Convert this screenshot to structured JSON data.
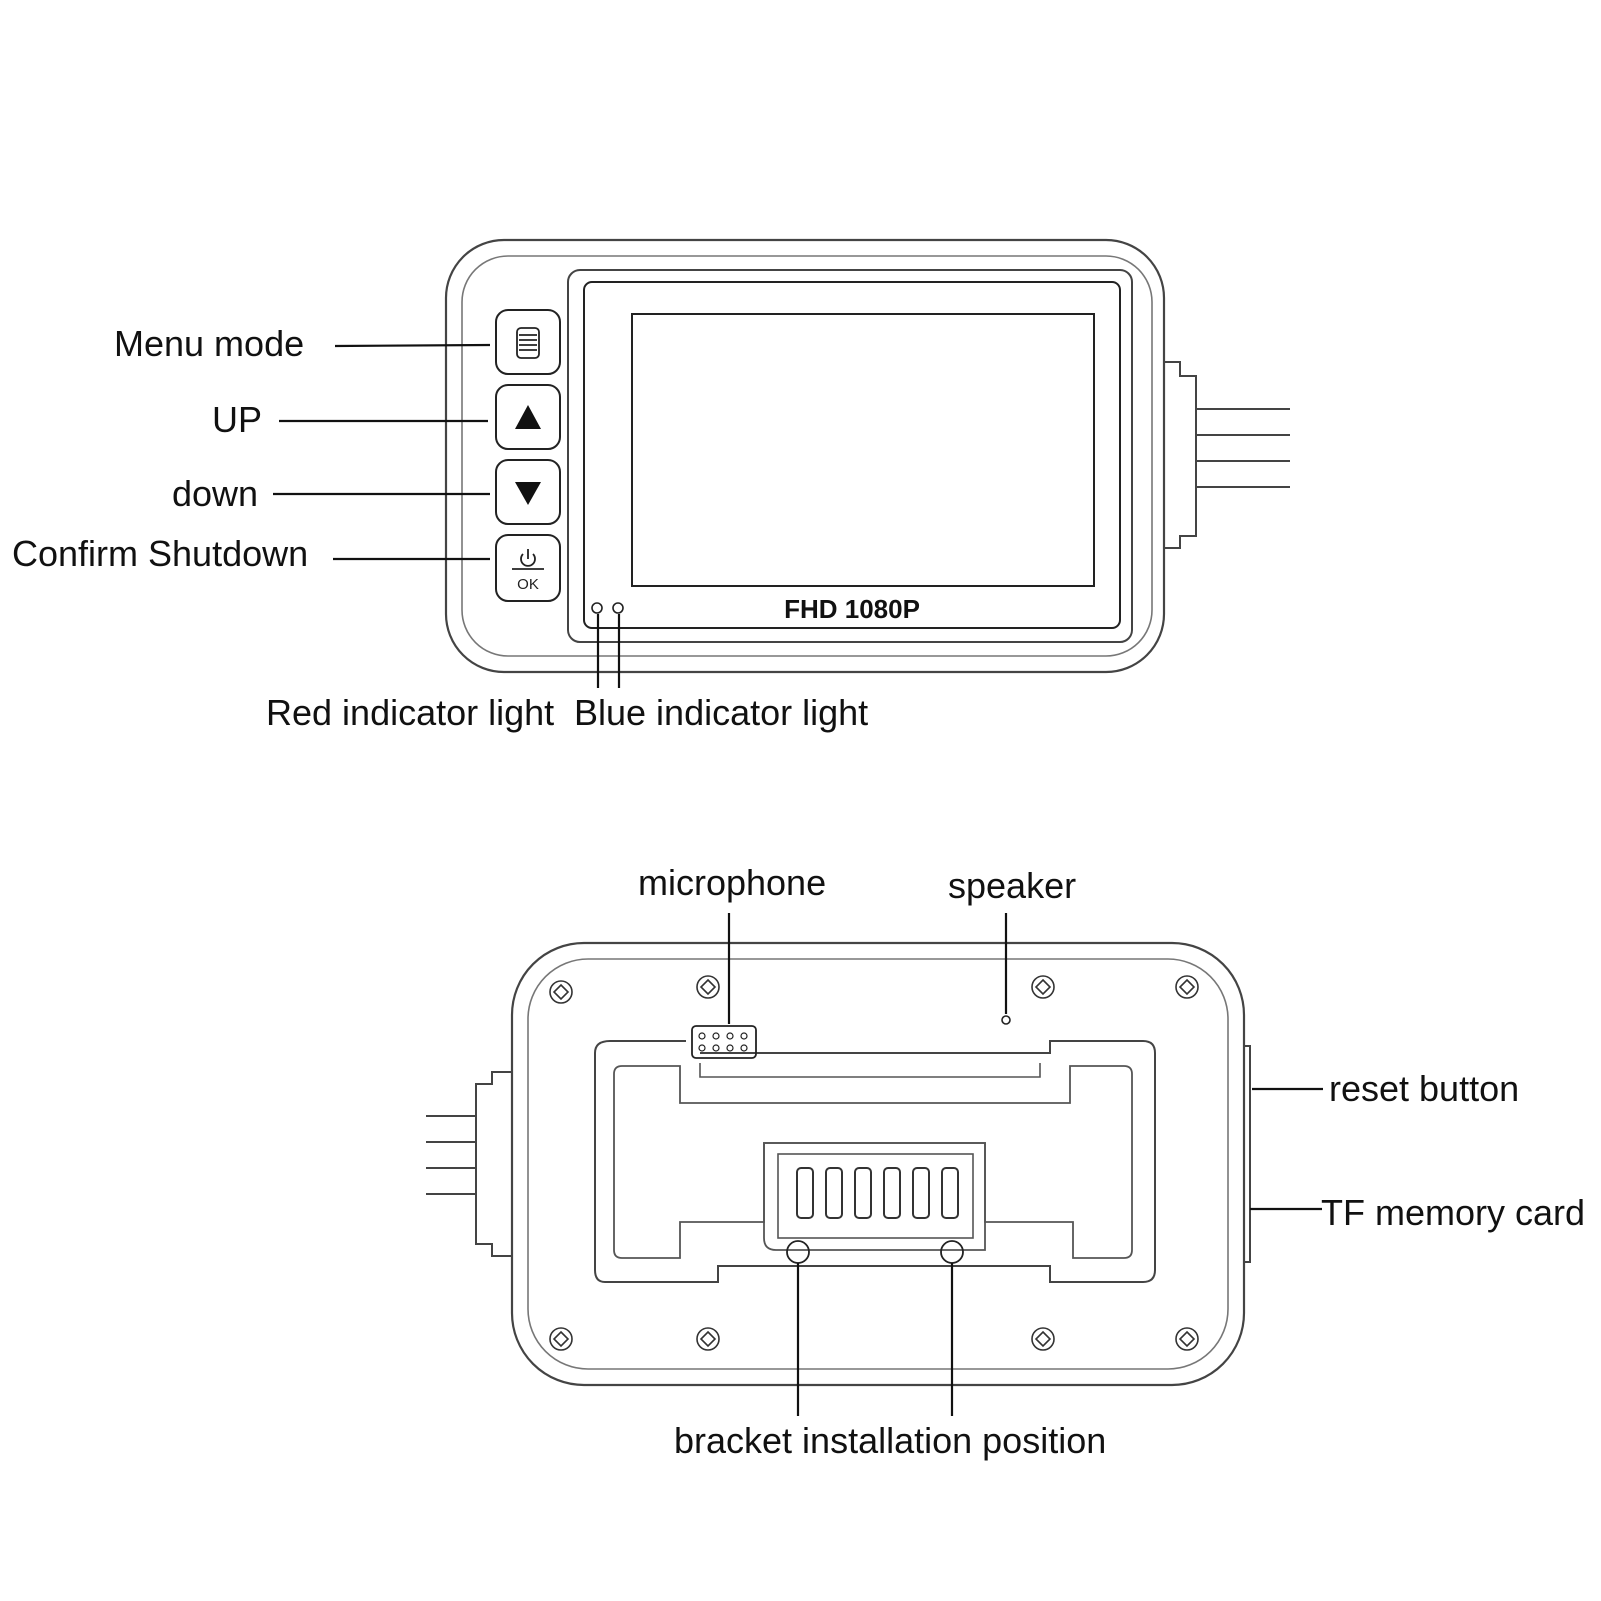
{
  "front_view": {
    "model_text": "FHD 1080P",
    "buttons": {
      "ok_text": "OK"
    },
    "labels": {
      "menu_mode": "Menu mode",
      "up": "UP",
      "down": "down",
      "confirm_shutdown": "Confirm Shutdown",
      "red_indicator": "Red indicator light",
      "blue_indicator": "Blue indicator light"
    }
  },
  "back_view": {
    "labels": {
      "microphone": "microphone",
      "speaker": "speaker",
      "reset_button": "reset button",
      "tf_card": "TF memory card",
      "bracket": "bracket installation position"
    }
  },
  "icons": {
    "menu": "menu-icon",
    "up": "triangle-up-icon",
    "down": "triangle-down-icon",
    "power": "power-icon",
    "screw": "screw-icon"
  },
  "colors": {
    "outline_dark": "#222222",
    "outline_light": "#555555",
    "background": "#ffffff"
  }
}
